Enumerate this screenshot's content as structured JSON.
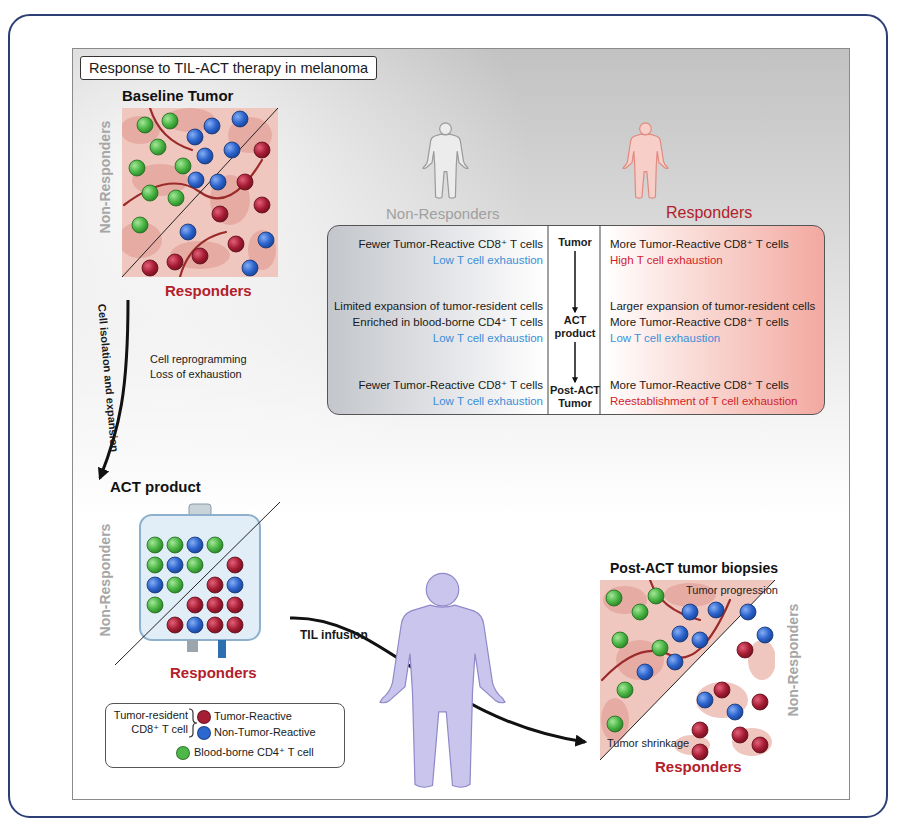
{
  "diagram": {
    "title": "Response to TIL-ACT therapy in melanoma",
    "nodes": [
      {
        "text": [
          "Baseline Tumor",
          "Non-Responders",
          "Responders"
        ]
      },
      {
        "text": [
          "Non-Responders",
          "Responders"
        ]
      },
      {
        "text": [
          "Tumor"
        ],
        "in": 1
      },
      {
        "text": [
          "ACT product"
        ],
        "in": 1
      },
      {
        "text": [
          "Post-ACT Tumor"
        ],
        "in": 1
      },
      {
        "text": [
          "ACT product",
          "Non-Responders",
          "Responders"
        ]
      },
      {
        "text": [
          "Post-ACT tumor biopsies",
          "Tumor progression",
          "Tumor shrinkage",
          "Non-Responders",
          "Responders"
        ]
      }
    ],
    "edges": [
      {
        "from": 0,
        "to": 5,
        "arrow": "to",
        "label": "Cell isolation and expansion"
      },
      {
        "from": 2,
        "to": 3,
        "arrow": "to"
      },
      {
        "from": 3,
        "to": 4,
        "arrow": "to"
      },
      {
        "from": 5,
        "to": 6,
        "arrow": "to",
        "label": "TIL infusion"
      }
    ],
    "labels": [
      "Fewer Tumor-Reactive CD8⁺ T cells",
      "Low T cell exhaustion",
      "Limited expansion of tumor-resident cells",
      "Enriched in blood-borne CD4⁺ T cells",
      "Low T cell exhaustion",
      "Fewer Tumor-Reactive CD8⁺ T cells",
      "Low T cell exhaustion",
      "More Tumor-Reactive CD8⁺ T cells",
      "High T cell exhaustion",
      "Larger expansion of tumor-resident cells",
      "More Tumor-Reactive CD8⁺ T cells",
      "Low T cell exhaustion",
      "More Tumor-Reactive CD8⁺ T cells",
      "Reestablishment of T cell exhaustion",
      "Cell reprogramming Loss of exhaustion",
      "Tumor-resident CD8⁺ T cell"
    ],
    "legend": [
      {
        "text": "Tumor-Reactive",
        "color": "#a61e34"
      },
      {
        "text": "Non-Tumor-Reactive",
        "color": "#2c66cf"
      },
      {
        "text": "Blood-borne CD4⁺ T cell",
        "color": "#4db748"
      }
    ]
  }
}
